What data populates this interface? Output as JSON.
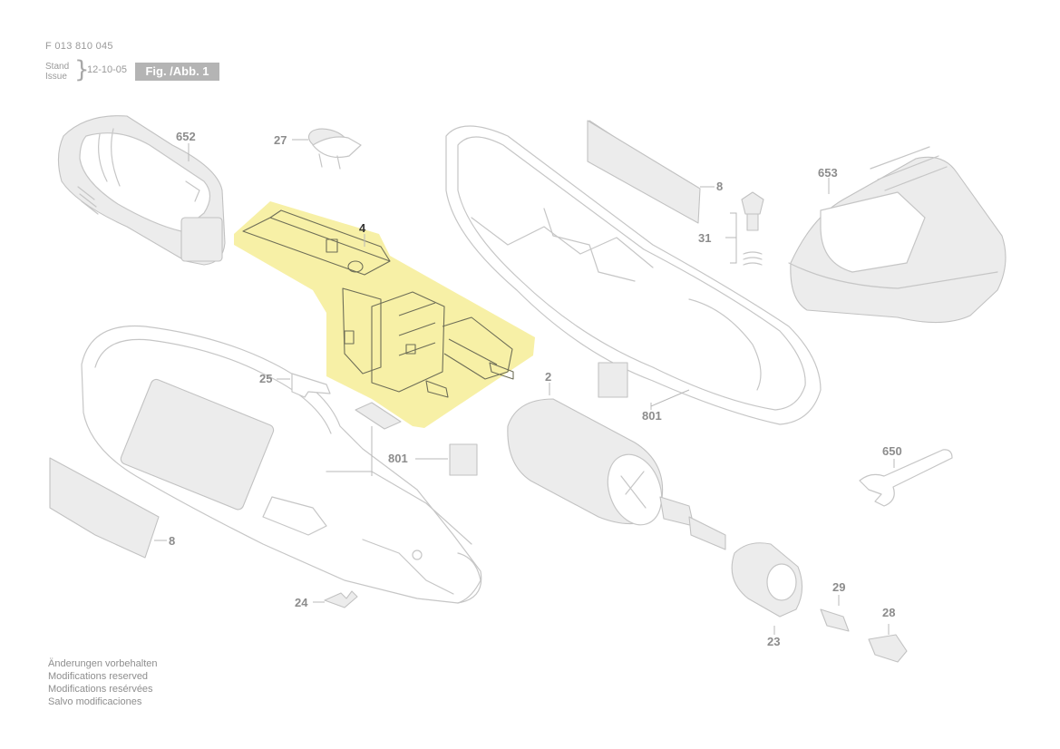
{
  "header": {
    "doc_number": "F 013 810 045",
    "stand_label": "Stand",
    "issue_label": "Issue",
    "brace": "}",
    "date": "12-10-05",
    "figure_label": "Fig. /Abb. 1"
  },
  "parts": {
    "p652": "652",
    "p27": "27",
    "p4": "4",
    "p8_top": "8",
    "p653": "653",
    "p31": "31",
    "p25": "25",
    "p2": "2",
    "p801_right": "801",
    "p801_center": "801",
    "p650": "650",
    "p8_bottom": "8",
    "p29": "29",
    "p24": "24",
    "p28": "28",
    "p23": "23"
  },
  "notes": [
    "Änderungen vorbehalten",
    "Modifications reserved",
    "Modifications resérvées",
    "Salvo modificaciones"
  ],
  "colors": {
    "highlight": "#f7f0a6",
    "part_line": "#c8c8c8",
    "label": "#8c8c8c",
    "highlighted_label": "#333333"
  }
}
